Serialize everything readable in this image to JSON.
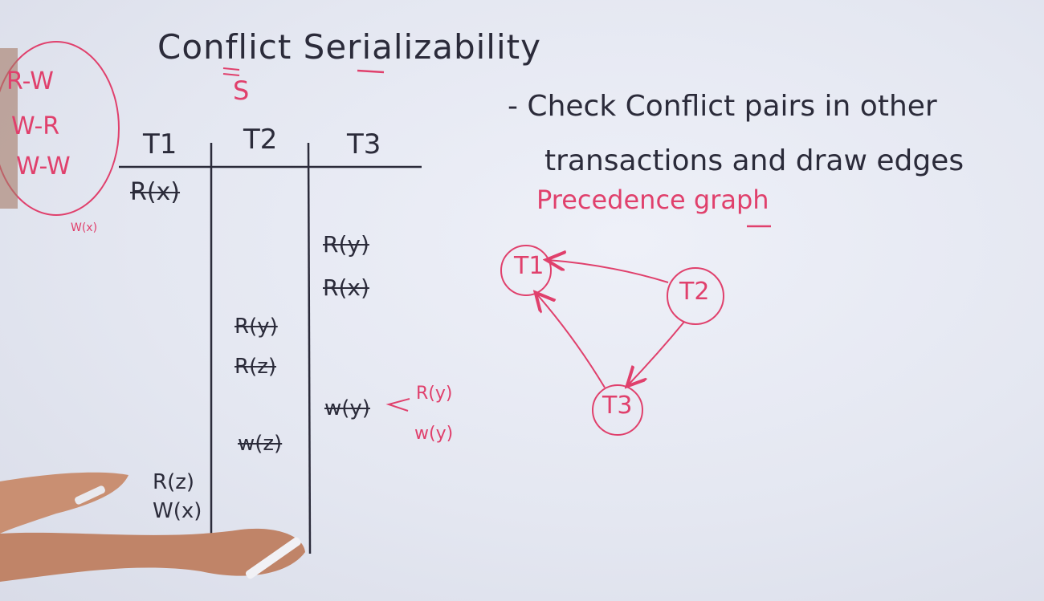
{
  "title": "Conflict Serializability",
  "title_mark": "S",
  "conflict_types": [
    "R-W",
    "W-R",
    "W-W"
  ],
  "side_note": "W(x)",
  "columns": [
    "T1",
    "T2",
    "T3"
  ],
  "ops": {
    "t1_r_x": "R(x)",
    "t3_r_y": "R(y)",
    "t3_r_x": "R(x)",
    "t2_r_y": "R(y)",
    "t2_r_z": "R(z)",
    "t3_w_y": "w(y)",
    "t2_w_z": "w(z)",
    "t1_r_z": "R(z)",
    "t1_w_x": "W(x)"
  },
  "notes": {
    "ry": "R(y)",
    "wy": "w(y)"
  },
  "steps": [
    "- Check Conflict pairs in other",
    "transactions and draw edges"
  ],
  "graph_title": "Precedence graph",
  "nodes": [
    "T1",
    "T2",
    "T3"
  ],
  "colors": {
    "ink": "#2b2b3a",
    "marker_red": "#e0406c"
  }
}
